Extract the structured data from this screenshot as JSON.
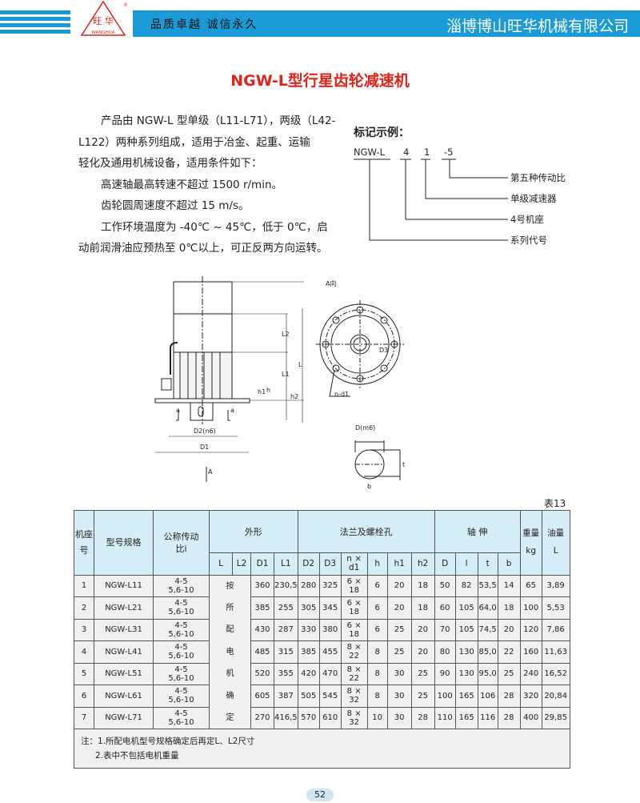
{
  "header": {
    "brand_cn": "旺 华",
    "brand_en": "WANGHUA",
    "reg": "®",
    "slogan": "品质卓越  诚信永久",
    "company": "淄博博山旺华机械有限公司",
    "accent": "#1a9ad6"
  },
  "title": "NGW-L型行星齿轮减速机",
  "intro": [
    "产品由 NGW-L 型单级（L11-L71），两级（L42-",
    "L122）两种系列组成，适用于冶金、起重、运输",
    "轻化及通用机械设备，适用条件如下：",
    "高速轴最高转速不超过 1500 r/min。",
    "齿轮圆周速度不超过 15 m/s。",
    "工作环境温度为 -40℃ ~ 45℃，低于 0℃，启",
    "动前润滑油应预热至 0℃以上，可正反两方向运转。"
  ],
  "legend": {
    "title": "标记示例：",
    "code": [
      "NGW-L",
      "4",
      "1",
      "-5"
    ],
    "items": [
      "第五种传动比",
      "单级减速器",
      "4号机座",
      "系列代号"
    ]
  },
  "drawing": {
    "labels": {
      "a_view": "A向",
      "L": "L",
      "L1": "L1",
      "L2": "L2",
      "h": "h",
      "h1": "h1",
      "h2": "h2",
      "t": "t",
      "b": "b",
      "a": "a",
      "D2": "D2(n6)",
      "D1": "D1",
      "A": "A",
      "D3": "D3",
      "nd1": "n-d1",
      "Dm6": "D(m6)"
    }
  },
  "table": {
    "number": "表13",
    "headers": {
      "seat": "机座号",
      "model": "型号规格",
      "ratio": "公称传动比i",
      "shape": "外形",
      "flange": "法兰及螺栓孔",
      "shaft": "轴 伸",
      "weight": "重量",
      "weight_unit": "kg",
      "oil": "油量",
      "oil_unit": "L",
      "sub": [
        "L",
        "L2",
        "D1",
        "L1",
        "D2",
        "D3",
        "n × d1",
        "h",
        "h1",
        "h2",
        "D",
        "l",
        "t",
        "b"
      ]
    },
    "merged_note": [
      "按",
      "所",
      "配",
      "电",
      "机",
      "确",
      "定"
    ],
    "rows": [
      {
        "no": "1",
        "model": "NGW-L11",
        "r1": "4-5",
        "r2": "5,6-10",
        "v": [
          "360",
          "230,5",
          "280",
          "325",
          "6 × 18",
          "6",
          "20",
          "18",
          "50",
          "82",
          "53,5",
          "14",
          "65",
          "3,89"
        ]
      },
      {
        "no": "2",
        "model": "NGW-L21",
        "r1": "4-5",
        "r2": "5,6-10",
        "v": [
          "385",
          "255",
          "305",
          "345",
          "6 × 18",
          "6",
          "20",
          "18",
          "60",
          "105",
          "64,0",
          "18",
          "100",
          "5,53"
        ]
      },
      {
        "no": "3",
        "model": "NGW-L31",
        "r1": "4-5",
        "r2": "5,6-10",
        "v": [
          "430",
          "287",
          "330",
          "380",
          "6 × 18",
          "6",
          "25",
          "20",
          "70",
          "105",
          "74,5",
          "20",
          "120",
          "7,86"
        ]
      },
      {
        "no": "4",
        "model": "NGW-L41",
        "r1": "4-5",
        "r2": "5,6-10",
        "v": [
          "485",
          "315",
          "385",
          "455",
          "8 × 22",
          "8",
          "25",
          "20",
          "80",
          "130",
          "85,0",
          "22",
          "160",
          "11,63"
        ]
      },
      {
        "no": "5",
        "model": "NGW-L51",
        "r1": "4-5",
        "r2": "5,6-10",
        "v": [
          "520",
          "355",
          "420",
          "470",
          "8 × 22",
          "8",
          "30",
          "25",
          "90",
          "130",
          "95,0",
          "25",
          "240",
          "16,52"
        ]
      },
      {
        "no": "6",
        "model": "NGW-L61",
        "r1": "4-5",
        "r2": "5,6-10",
        "v": [
          "605",
          "387",
          "505",
          "545",
          "8 × 32",
          "8",
          "30",
          "25",
          "100",
          "165",
          "106",
          "28",
          "320",
          "20,84"
        ]
      },
      {
        "no": "7",
        "model": "NGW-L71",
        "r1": "4-5",
        "r2": "5,6-10",
        "v": [
          "270",
          "416,5",
          "570",
          "610",
          "8 × 32",
          "10",
          "30",
          "28",
          "110",
          "165",
          "116",
          "28",
          "400",
          "29,85"
        ]
      }
    ],
    "notes": [
      "注：1.所配电机型号规格确定后再定L、L2尺寸",
      "2.表中不包括电机重量"
    ]
  },
  "page_number": "52"
}
